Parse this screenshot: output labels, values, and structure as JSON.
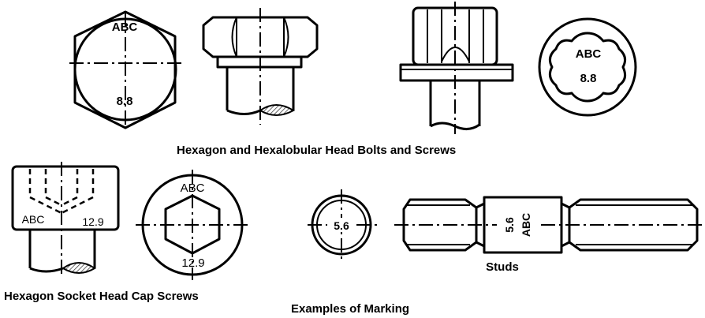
{
  "captions": {
    "hex_bolts": "Hexagon and Hexalobular Head Bolts and Screws",
    "socket_screws": "Hexagon Socket Head Cap Screws",
    "studs": "Studs",
    "examples": "Examples of Marking"
  },
  "markings": {
    "hex_top_mark": "ABC",
    "hex_top_grade": "8.8",
    "hexalobular_mark": "ABC",
    "hexalobular_grade": "8.8",
    "socket_side_mark": "ABC",
    "socket_side_grade": "12.9",
    "socket_top_mark": "ABC",
    "socket_top_grade": "12.9",
    "small_stud_end": "5.6",
    "stud_grade": "5.6",
    "stud_mark": "ABC"
  },
  "colors": {
    "line": "#000000",
    "hatch": "#888888",
    "background": "#ffffff"
  }
}
